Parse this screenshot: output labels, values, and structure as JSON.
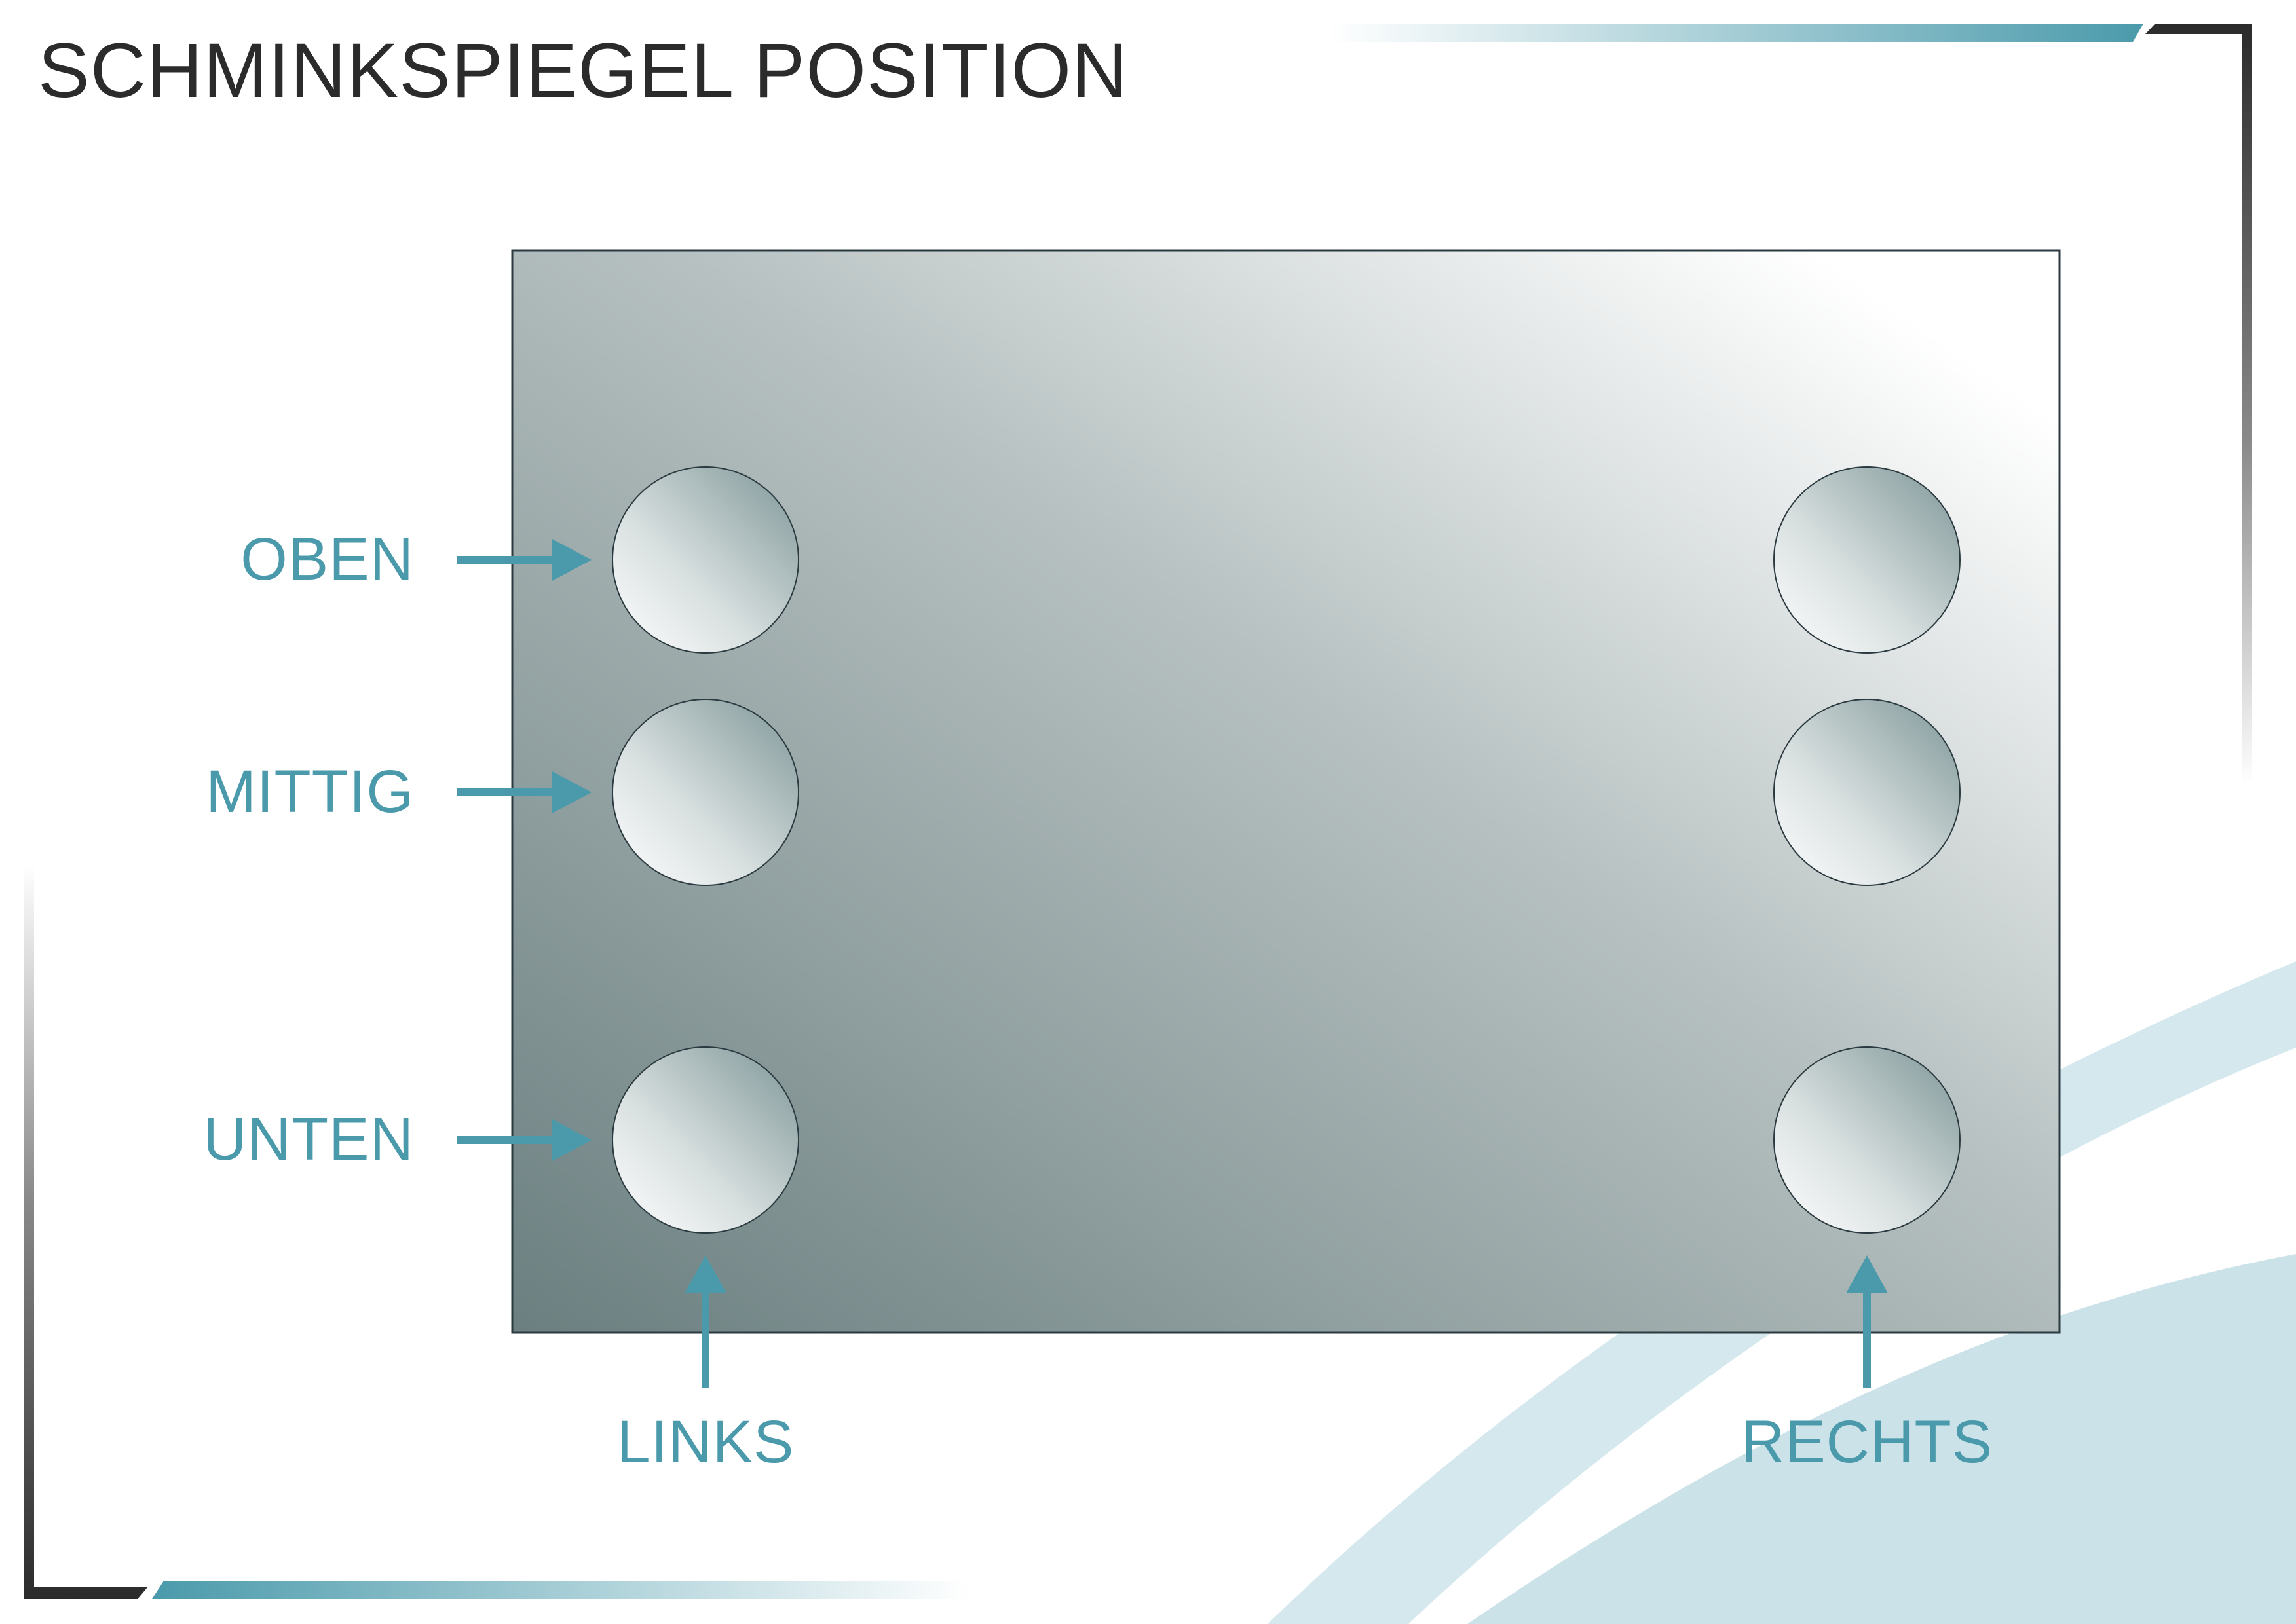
{
  "title": "SCHMINKSPIEGEL POSITION",
  "labels": {
    "top": "OBEN",
    "middle": "MITTIG",
    "bottom": "UNTEN",
    "left": "LINKS",
    "right": "RECHTS"
  },
  "colors": {
    "accent": "#4a9aab",
    "frame": "#2b2b2b",
    "wave": "#d4e8ee",
    "mirror_dark": "#6b7f80",
    "mirror_light": "#ffffff",
    "title": "#2b2b2b"
  },
  "icons": {
    "arrow": "arrow-right-icon",
    "arrow_up": "arrow-up-icon",
    "lamp": "round-light-icon"
  }
}
